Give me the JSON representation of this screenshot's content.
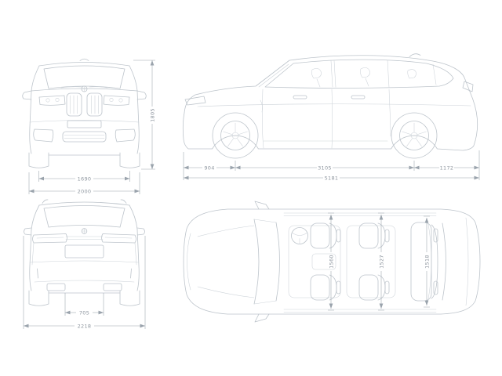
{
  "theme": {
    "bg": "#ffffff",
    "line_color": "#bdc4cb",
    "line_light": "#ccd2d8",
    "dim_color": "#9aa3ac",
    "text_color": "#8d959e"
  },
  "icons": {
    "brand": "bmw-roundel-icon"
  },
  "views": {
    "front": {
      "dim_track": "1690",
      "dim_width": "2000",
      "dim_height": "1805"
    },
    "side": {
      "dim_front_overhang": "904",
      "dim_wheelbase": "3105",
      "dim_rear_overhang": "1172",
      "dim_length": "5181"
    },
    "rear": {
      "dim_spacing": "705",
      "dim_width_mirrors": "2218"
    },
    "top": {
      "dim_front_row": "1560",
      "dim_middle_row": "1527",
      "dim_rear_row": "1518"
    }
  }
}
